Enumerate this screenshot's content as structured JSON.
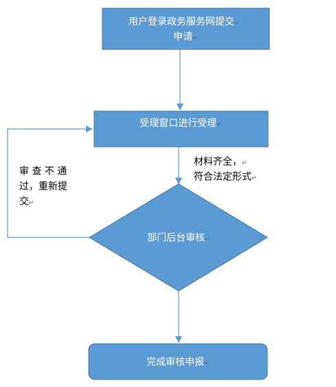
{
  "nodes": {
    "submit": {
      "lines": [
        "用户登录政务服务网提交",
        "申请"
      ]
    },
    "accept": {
      "lines": [
        "受理窗口进行受理"
      ]
    },
    "review": {
      "lines": [
        "部门后台审核"
      ]
    },
    "complete": {
      "lines": [
        "完成审核申报"
      ]
    }
  },
  "edge_labels": {
    "materials_ok": {
      "lines": [
        "材料齐全，",
        "符合法定形式"
      ]
    },
    "rejected": {
      "lines": [
        "审 查 不 通",
        "过，重新提",
        "交"
      ]
    }
  },
  "paragraph_mark": "↵",
  "colors": {
    "node_fill": "#5b9bd5",
    "node_stroke": "#41719c",
    "arrow": "#5b9bd5",
    "node_text": "#ffffff",
    "label_text": "#000000"
  }
}
